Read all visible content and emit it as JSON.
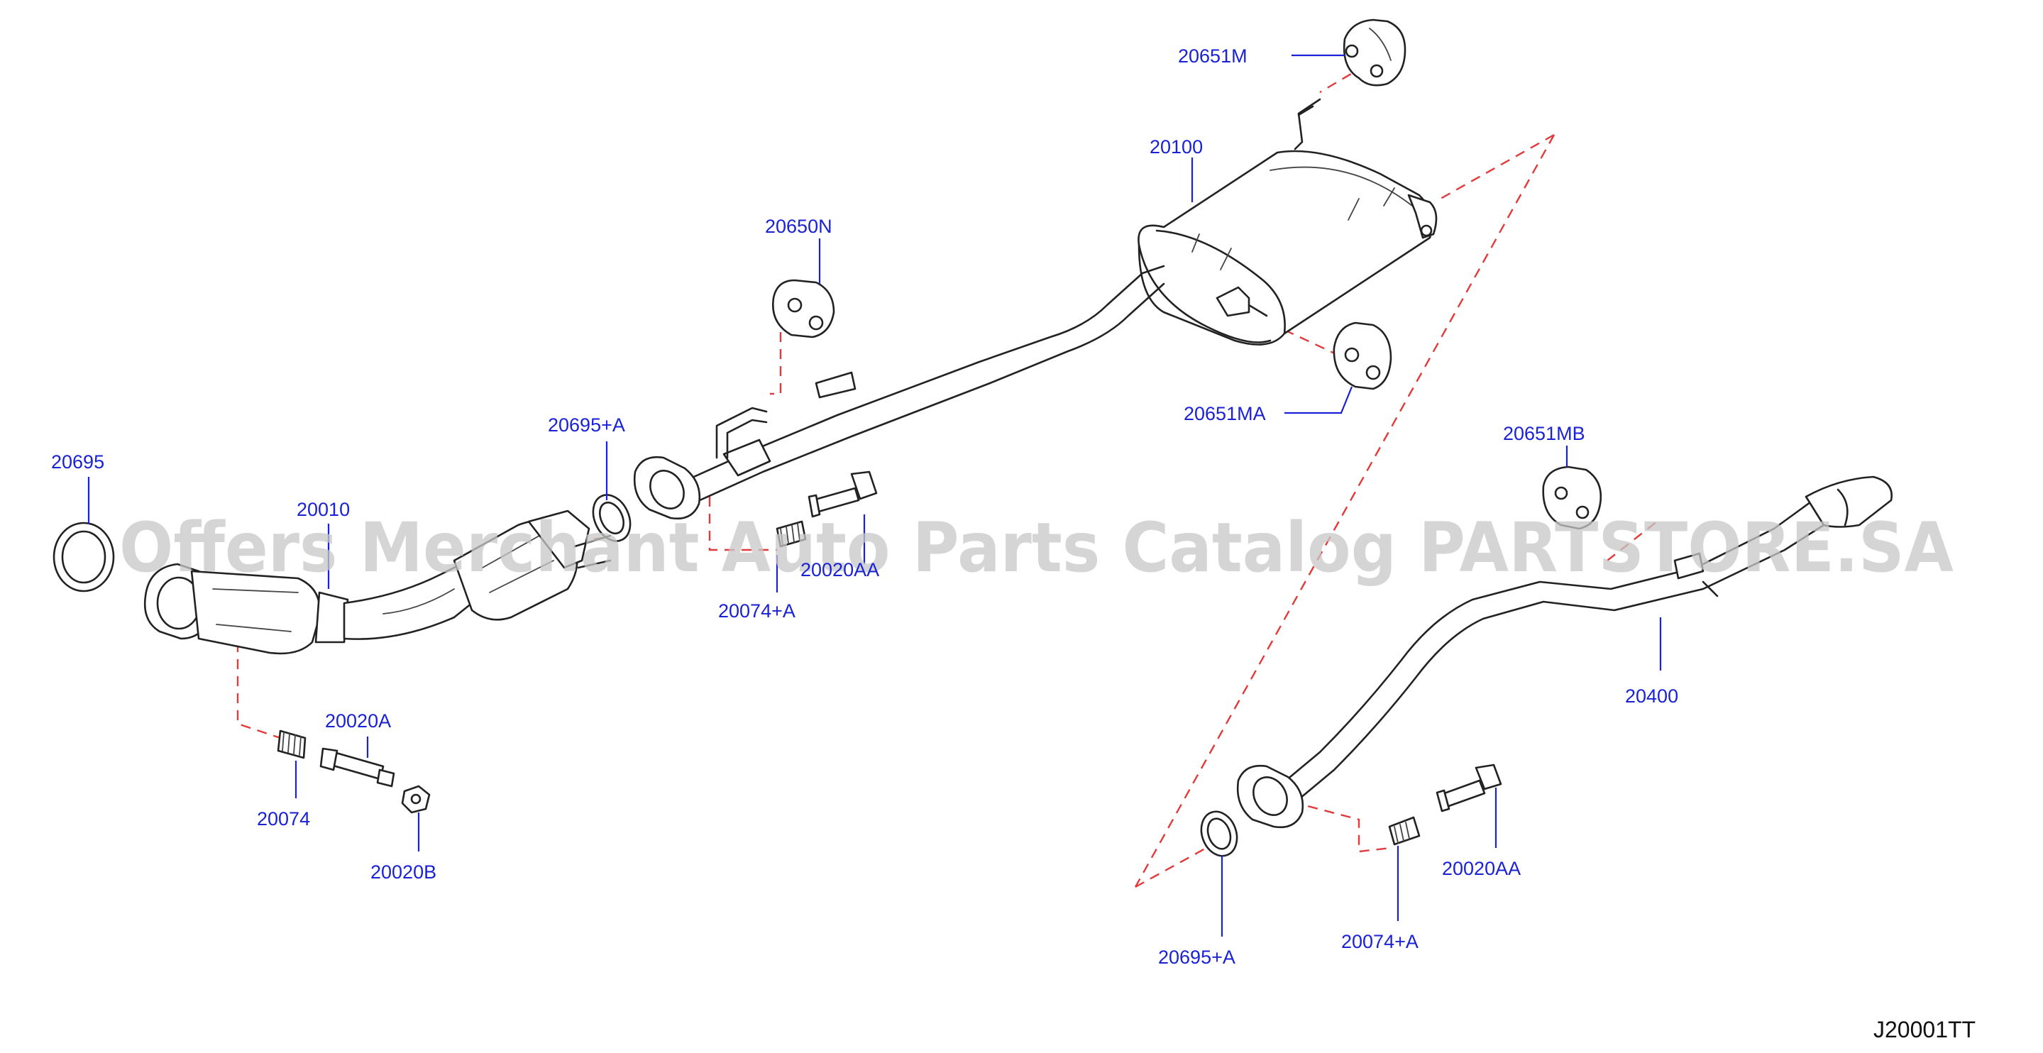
{
  "diagram": {
    "reference_code": "J20001TT",
    "watermark": "Offers Merchant Auto Parts Catalog PARTSTORE.SA",
    "callouts": [
      {
        "id": "20651M",
        "label": "20651M"
      },
      {
        "id": "20100",
        "label": "20100"
      },
      {
        "id": "20650N",
        "label": "20650N"
      },
      {
        "id": "20651MA",
        "label": "20651MA"
      },
      {
        "id": "20695_A_top",
        "label": "20695+A"
      },
      {
        "id": "20695",
        "label": "20695"
      },
      {
        "id": "20010",
        "label": "20010"
      },
      {
        "id": "20020AA_top",
        "label": "20020AA"
      },
      {
        "id": "20074_A_top",
        "label": "20074+A"
      },
      {
        "id": "20651MB",
        "label": "20651MB"
      },
      {
        "id": "20400",
        "label": "20400"
      },
      {
        "id": "20020A",
        "label": "20020A"
      },
      {
        "id": "20074",
        "label": "20074"
      },
      {
        "id": "20020B",
        "label": "20020B"
      },
      {
        "id": "20020AA_bottom",
        "label": "20020AA"
      },
      {
        "id": "20074_A_bottom",
        "label": "20074+A"
      },
      {
        "id": "20695_A_bottom",
        "label": "20695+A"
      }
    ],
    "colors": {
      "callout_text": "#1a22d6",
      "leader_line": "#1a22d6",
      "guide_line": "#e23a3a",
      "part_outline": "#222222",
      "watermark": "#c8c8c8"
    }
  }
}
